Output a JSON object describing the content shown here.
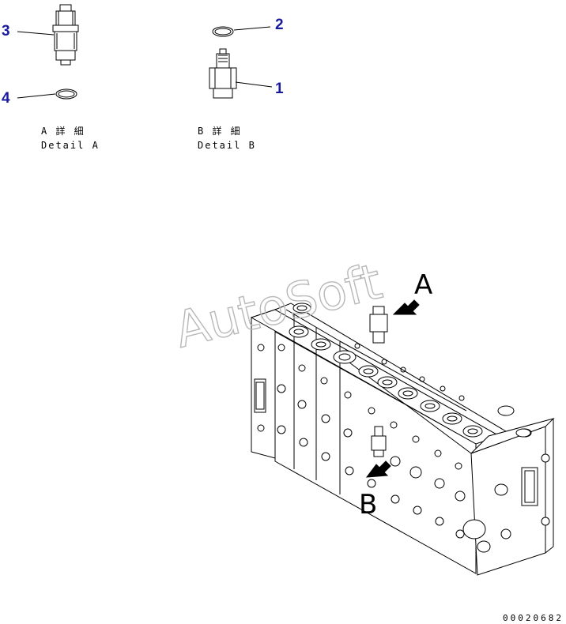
{
  "callouts": {
    "c1": "1",
    "c2": "2",
    "c3": "3",
    "c4": "4"
  },
  "details": {
    "a_jp": "A 詳 細",
    "a_en": "Detail A",
    "b_jp": "B 詳 細",
    "b_en": "Detail B"
  },
  "views": {
    "a": "A",
    "b": "B"
  },
  "watermark": "AutoSoft",
  "drawing_code": "00020682",
  "colors": {
    "callout": "#1a1aa0",
    "line": "#000000",
    "watermark": "#b8b8b8"
  }
}
